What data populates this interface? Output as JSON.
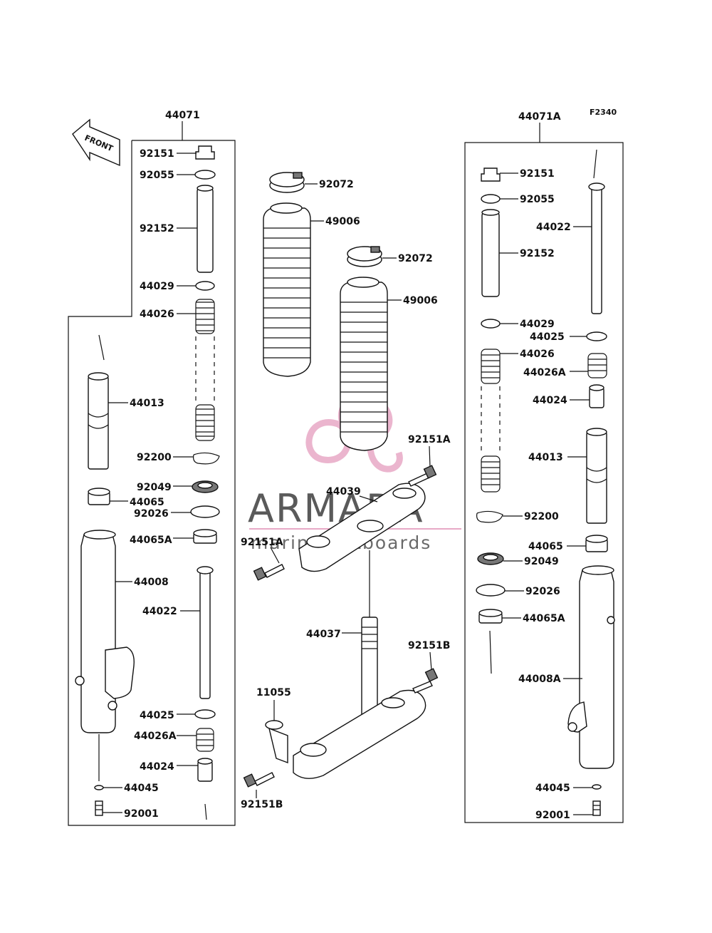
{
  "figure_code": "F2340",
  "front_label": "FRONT",
  "assemblies": {
    "left": "44071",
    "right": "44071A"
  },
  "watermark": {
    "brand": "ARMADA",
    "tagline": "marine outboards",
    "brand_color": "#e8a9c6"
  },
  "labels": {
    "L_92151": "92151",
    "L_92055": "92055",
    "L_92152": "92152",
    "L_44029": "44029",
    "L_44026": "44026",
    "L_44013": "44013",
    "L_92200": "92200",
    "L_92049": "92049",
    "L_44065": "44065",
    "L_92026": "92026",
    "L_44065A": "44065A",
    "L_44008": "44008",
    "L_44022": "44022",
    "L_44025": "44025",
    "L_44026A": "44026A",
    "L_44024": "44024",
    "L_44045": "44045",
    "L_92001": "92001",
    "C_92072a": "92072",
    "C_49006a": "49006",
    "C_92072b": "92072",
    "C_49006b": "49006",
    "C_92151A_r": "92151A",
    "C_44039": "44039",
    "C_92151A_l": "92151A",
    "C_44037": "44037",
    "C_92151B_r": "92151B",
    "C_11055": "11055",
    "C_92151B_l": "92151B",
    "R_92151": "92151",
    "R_92055": "92055",
    "R_44022": "44022",
    "R_92152": "92152",
    "R_44029": "44029",
    "R_44025": "44025",
    "R_44026": "44026",
    "R_44026A": "44026A",
    "R_44024": "44024",
    "R_44013": "44013",
    "R_92200": "92200",
    "R_44065": "44065",
    "R_92049": "92049",
    "R_92026": "92026",
    "R_44065A": "44065A",
    "R_44008A": "44008A",
    "R_44045": "44045",
    "R_92001": "92001"
  }
}
